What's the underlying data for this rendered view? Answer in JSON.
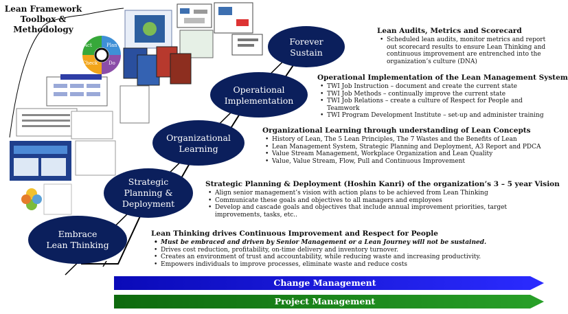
{
  "toolbox": {
    "title_lines": [
      "Lean Framework",
      "Toolbox &",
      "Methodology"
    ]
  },
  "pdca": {
    "act": "Act",
    "plan": "Plan",
    "check": "Check",
    "do": "Do"
  },
  "stages": [
    {
      "label_lines": [
        "Embrace",
        "Lean Thinking"
      ],
      "header": "Lean Thinking drives Continuous Improvement  and Respect for People",
      "bullets": [
        "Must be embraced and driven by Senior Management or a Lean Journey will not be sustained.",
        "Drives cost reduction, profitability, on-time delivery and inventory turnover.",
        "Creates an environment of trust and accountability, while reducing waste and  increasing productivity.",
        "Empowers individuals to improve processes, eliminate waste and reduce costs"
      ]
    },
    {
      "label_lines": [
        "Strategic",
        "Planning &",
        "Deployment"
      ],
      "header": "Strategic  Planning & Deployment (Hoshin Kanri) of the organization’s 3 – 5 year Vision",
      "bullets": [
        "Align senior management’s vision with action plans to be achieved from Lean Thinking",
        "Communicate these goals and objectives to all managers and employees",
        "Develop and cascade goals and objectives that include annual improvement priorities, target improvements, tasks, etc.."
      ]
    },
    {
      "label_lines": [
        "Organizational",
        "Learning"
      ],
      "header": "Organizational Learning through understanding of Lean Concepts",
      "bullets": [
        "History of Lean, The 5 Lean Principles, The 7 Wastes and the Benefits of Lean",
        "Lean Management System, Strategic Planning and Deployment, A3 Report and PDCA",
        "Value Stream Management, Workplace Organization and Lean Quality",
        "Value, Value Stream, Flow, Pull and Continuous Improvement"
      ]
    },
    {
      "label_lines": [
        "Operational",
        "Implementation"
      ],
      "header": "Operational Implementation of the Lean Management System",
      "bullets": [
        "TWI Job Instruction – document and create the current state",
        "TWI Job Methods – continually improve the current state",
        "TWI Job Relations – create a culture of Respect for People and Teamwork",
        "TWI Program Development Institute – set-up and administer training"
      ]
    },
    {
      "label_lines": [
        "Forever",
        "Sustain"
      ],
      "header": "Lean Audits, Metrics and Scorecard",
      "bullets": [
        "Scheduled lean audits, monitor metrics and report out scorecard results to ensure Lean Thinking  and continuous improvement are entrenched into the organization’s culture (DNA)"
      ]
    }
  ],
  "bottom_arrows": {
    "change": "Change Management",
    "project": "Project Management"
  },
  "colors": {
    "ellipse": "#0b1f5c",
    "change_arrow": "#1111cc",
    "project_arrow": "#1a7a1a"
  }
}
